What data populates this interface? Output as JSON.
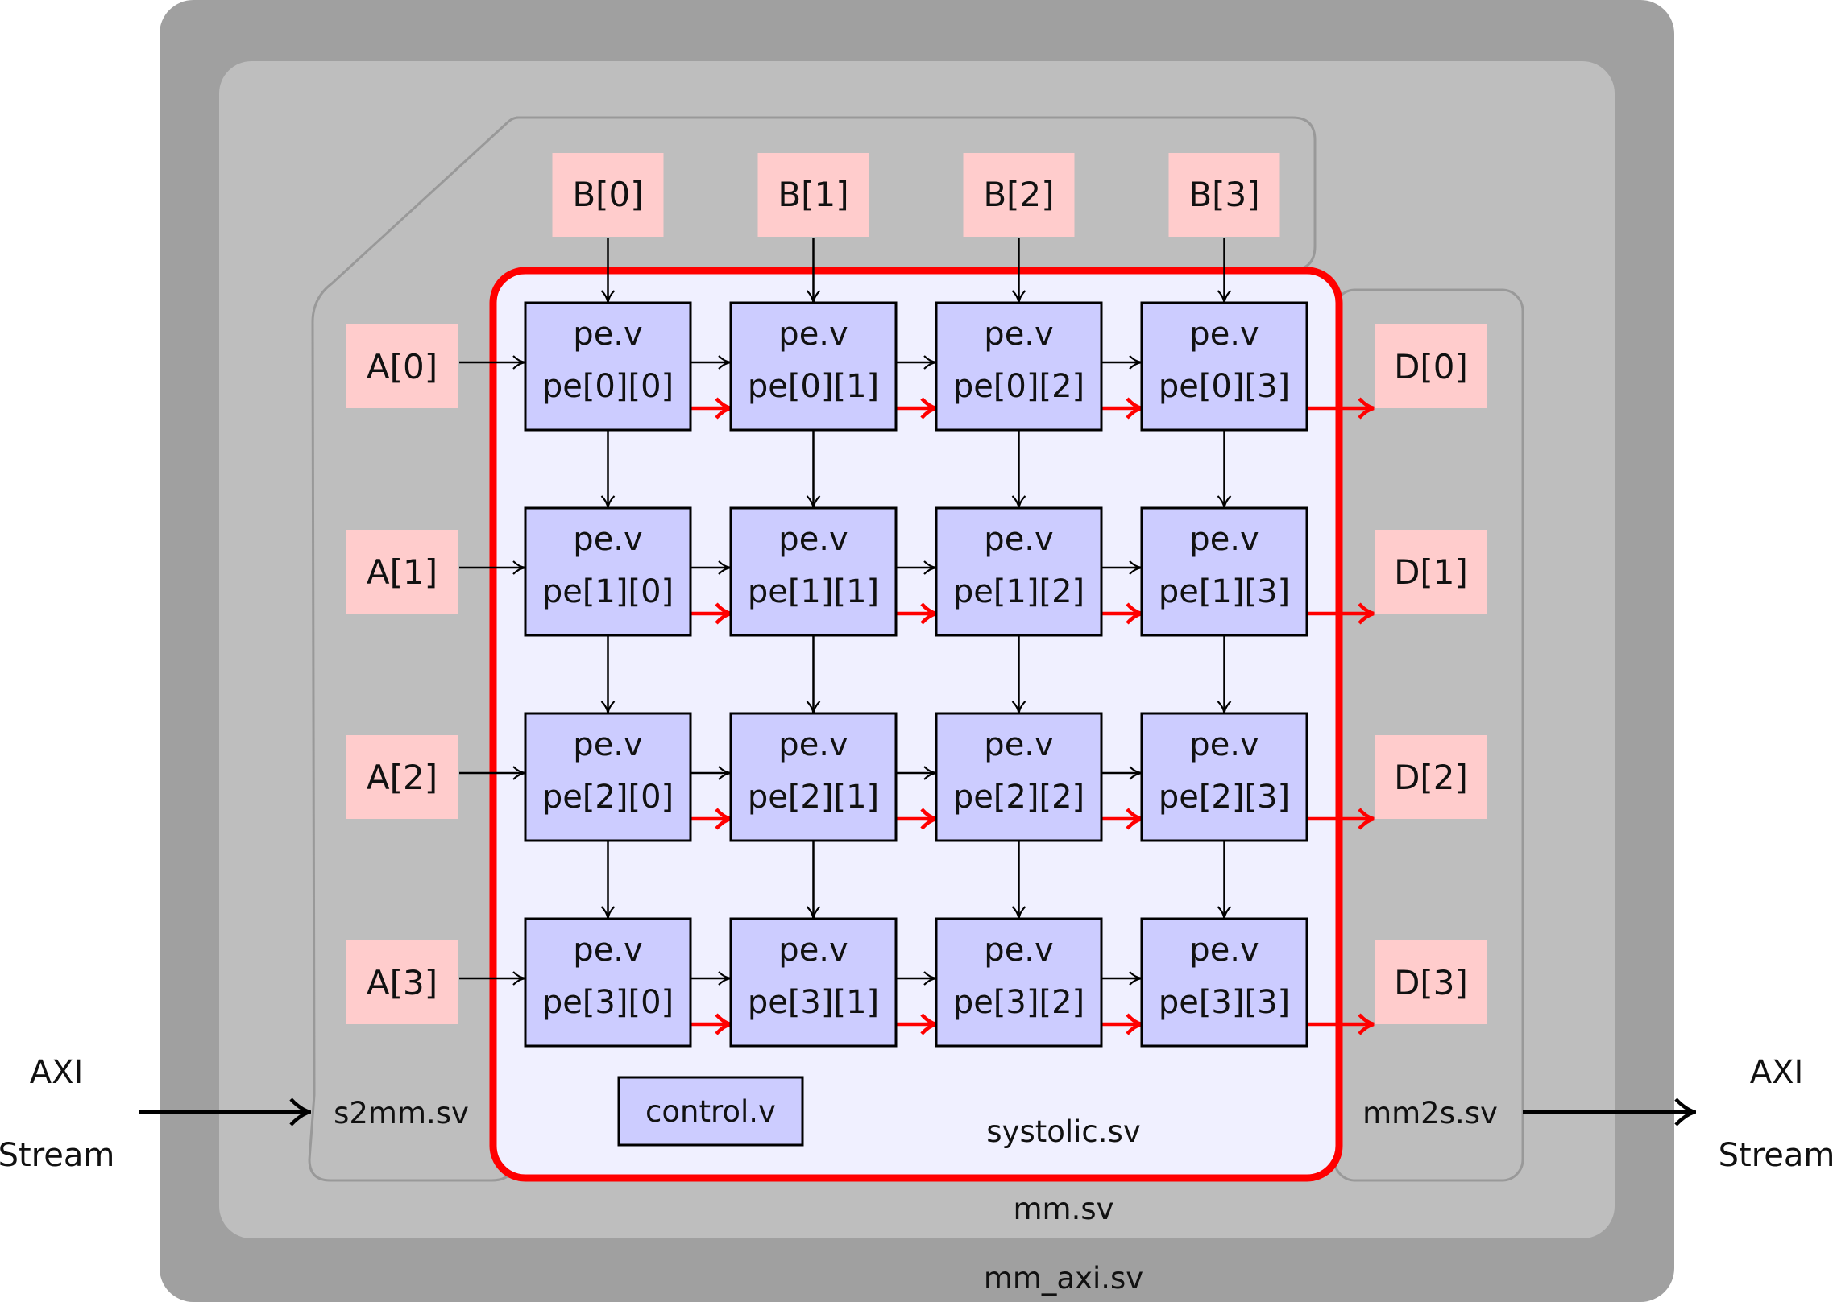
{
  "labels": {
    "outer_module": "mm_axi.sv",
    "mm_module": "mm.sv",
    "s2mm_module": "s2mm.sv",
    "mm2s_module": "mm2s.sv",
    "systolic_module": "systolic.sv",
    "control_module": "control.v",
    "axi_in_line1": "AXI",
    "axi_in_line2": "Stream",
    "axi_out_line1": "AXI",
    "axi_out_line2": "Stream"
  },
  "inputs_a": [
    "A[0]",
    "A[1]",
    "A[2]",
    "A[3]"
  ],
  "inputs_b": [
    "B[0]",
    "B[1]",
    "B[2]",
    "B[3]"
  ],
  "outputs_d": [
    "D[0]",
    "D[1]",
    "D[2]",
    "D[3]"
  ],
  "pe_module_name": "pe.v",
  "pe_instances": [
    [
      "pe[0][0]",
      "pe[0][1]",
      "pe[0][2]",
      "pe[0][3]"
    ],
    [
      "pe[1][0]",
      "pe[1][1]",
      "pe[1][2]",
      "pe[1][3]"
    ],
    [
      "pe[2][0]",
      "pe[2][1]",
      "pe[2][2]",
      "pe[2][3]"
    ],
    [
      "pe[3][0]",
      "pe[3][1]",
      "pe[3][2]",
      "pe[3][3]"
    ]
  ],
  "colors": {
    "outer_box": "#a0a0a0",
    "mm_box": "#bebebe",
    "io_box": "#ffcccc",
    "pe_box": "#ccccff",
    "systolic_fill": "#f0f0ff",
    "systolic_border": "#ff0000",
    "result_arrow": "#ff0000"
  }
}
